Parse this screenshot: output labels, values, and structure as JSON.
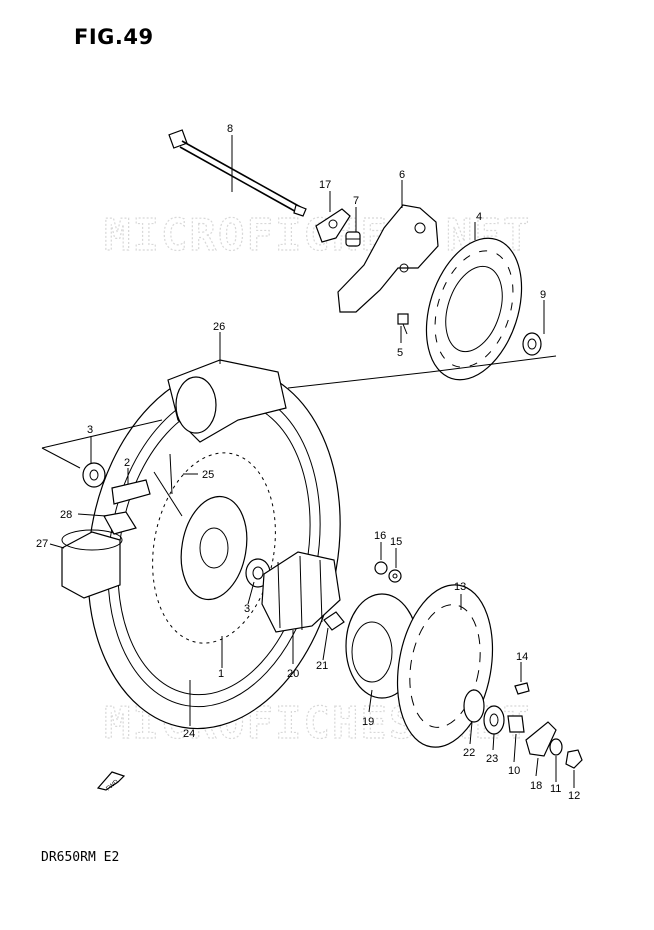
{
  "figure": {
    "title": "FIG.49",
    "model_code": "DR650RM  E2",
    "watermark": "MICROFICHES.NET",
    "fwd_label": "FWD"
  },
  "callouts": {
    "p1": "1",
    "p2": "2",
    "p3a": "3",
    "p3b": "3",
    "p4": "4",
    "p5": "5",
    "p6": "6",
    "p7": "7",
    "p8": "8",
    "p9": "9",
    "p10": "10",
    "p11": "11",
    "p12": "12",
    "p13": "13",
    "p14": "14",
    "p15": "15",
    "p16": "16",
    "p17": "17",
    "p18": "18",
    "p19": "19",
    "p20": "20",
    "p21": "21",
    "p22": "22",
    "p23": "23",
    "p24": "24",
    "p25": "25",
    "p26": "26",
    "p27": "27",
    "p28": "28"
  }
}
